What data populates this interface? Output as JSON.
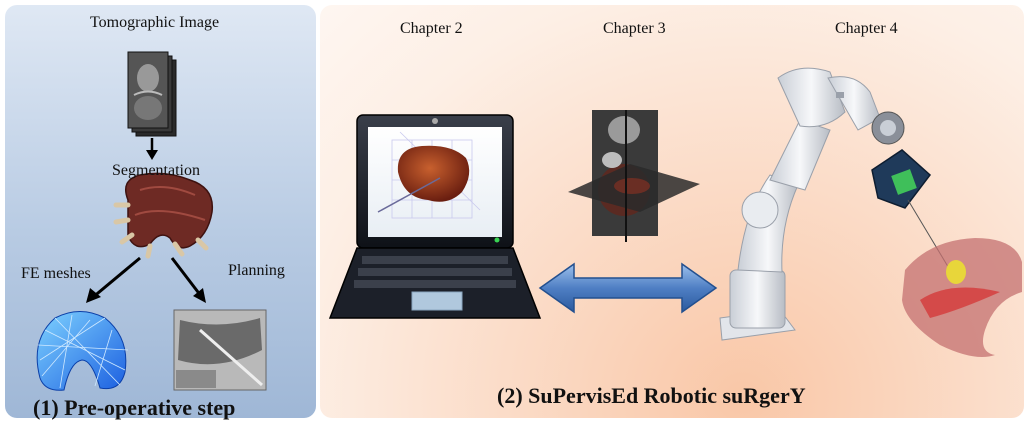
{
  "left_panel": {
    "tomographic_label": "Tomographic Image",
    "segmentation_label": "Segmentation",
    "fe_meshes_label": "FE meshes",
    "planning_label": "Planning",
    "title": "(1) Pre-operative step"
  },
  "right_panel": {
    "chapter2_label": "Chapter 2",
    "chapter3_label": "Chapter 3",
    "chapter4_label": "Chapter 4",
    "title": "(2) SuPervisEd Robotic suRgerY"
  },
  "icons": [
    "ct-volume-icon",
    "liver-segmentation-icon",
    "fe-mesh-icon",
    "planning-image-icon",
    "laptop-icon",
    "ct-slices-icon",
    "robot-arm-icon",
    "camera-icon",
    "organ-model-icon",
    "double-arrow-icon"
  ],
  "colors": {
    "left_bg": "#b8cbe3",
    "right_bg": "#fbdcc8",
    "arrow_blue": "#4f7fc4"
  }
}
